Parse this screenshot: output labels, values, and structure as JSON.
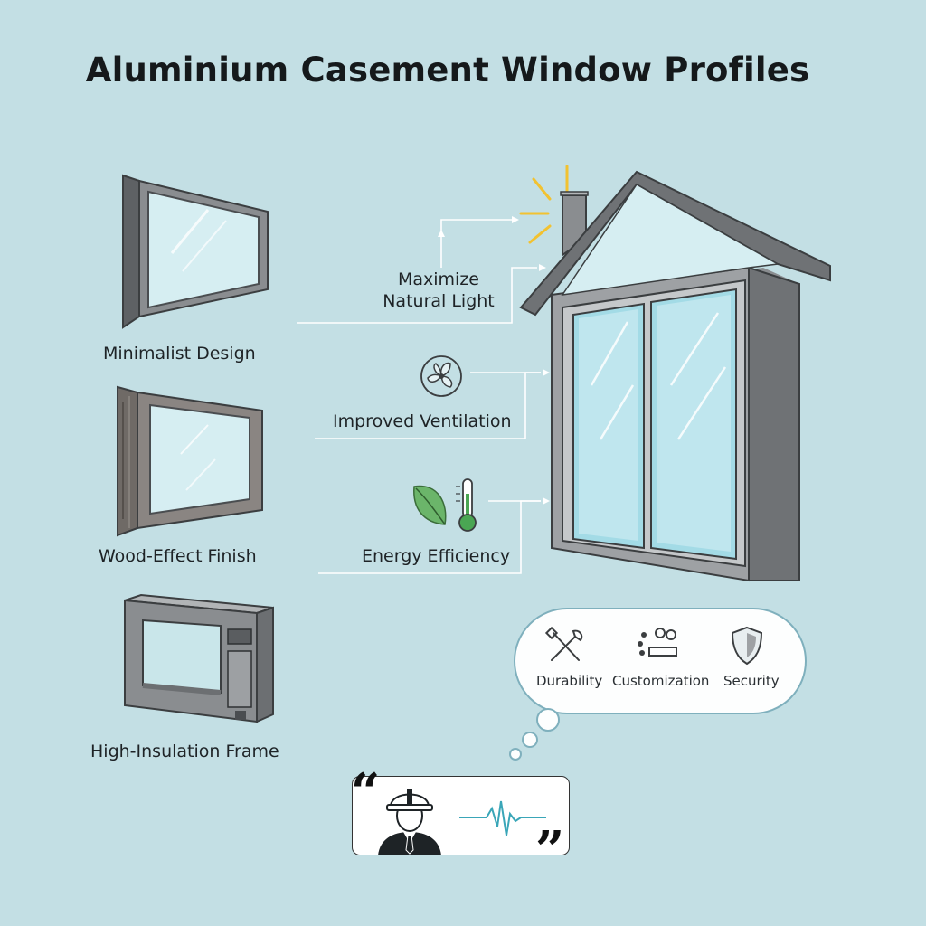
{
  "title": "Aluminium Casement Window Profiles",
  "profiles": [
    {
      "label": "Minimalist Design",
      "icon": "minimalist-window-icon"
    },
    {
      "label": "Wood-Effect Finish",
      "icon": "wood-effect-window-icon"
    },
    {
      "label": "High-Insulation Frame",
      "icon": "insulated-frame-icon"
    }
  ],
  "benefits": [
    {
      "label_line1": "Maximize",
      "label_line2": "Natural Light",
      "icon": "sun-rays-icon"
    },
    {
      "label": "Improved Ventilation",
      "icon": "fan-icon"
    },
    {
      "label": "Energy Efficiency",
      "icon": "leaf-thermometer-icon"
    }
  ],
  "features": [
    {
      "label": "Durability",
      "icon": "tools-icon"
    },
    {
      "label": "Customization",
      "icon": "customization-icon"
    },
    {
      "label": "Security",
      "icon": "shield-icon"
    }
  ],
  "testimonial": {
    "icons": [
      "engineer-avatar-icon",
      "waveform-icon"
    ]
  },
  "colors": {
    "background": "#c3dfe4",
    "frame_gray": "#8a8d90",
    "glass": "#d6eef2",
    "accent_teal": "#3aa6b8",
    "leaf_green": "#6bb56a",
    "sun_yellow": "#f2c230"
  }
}
